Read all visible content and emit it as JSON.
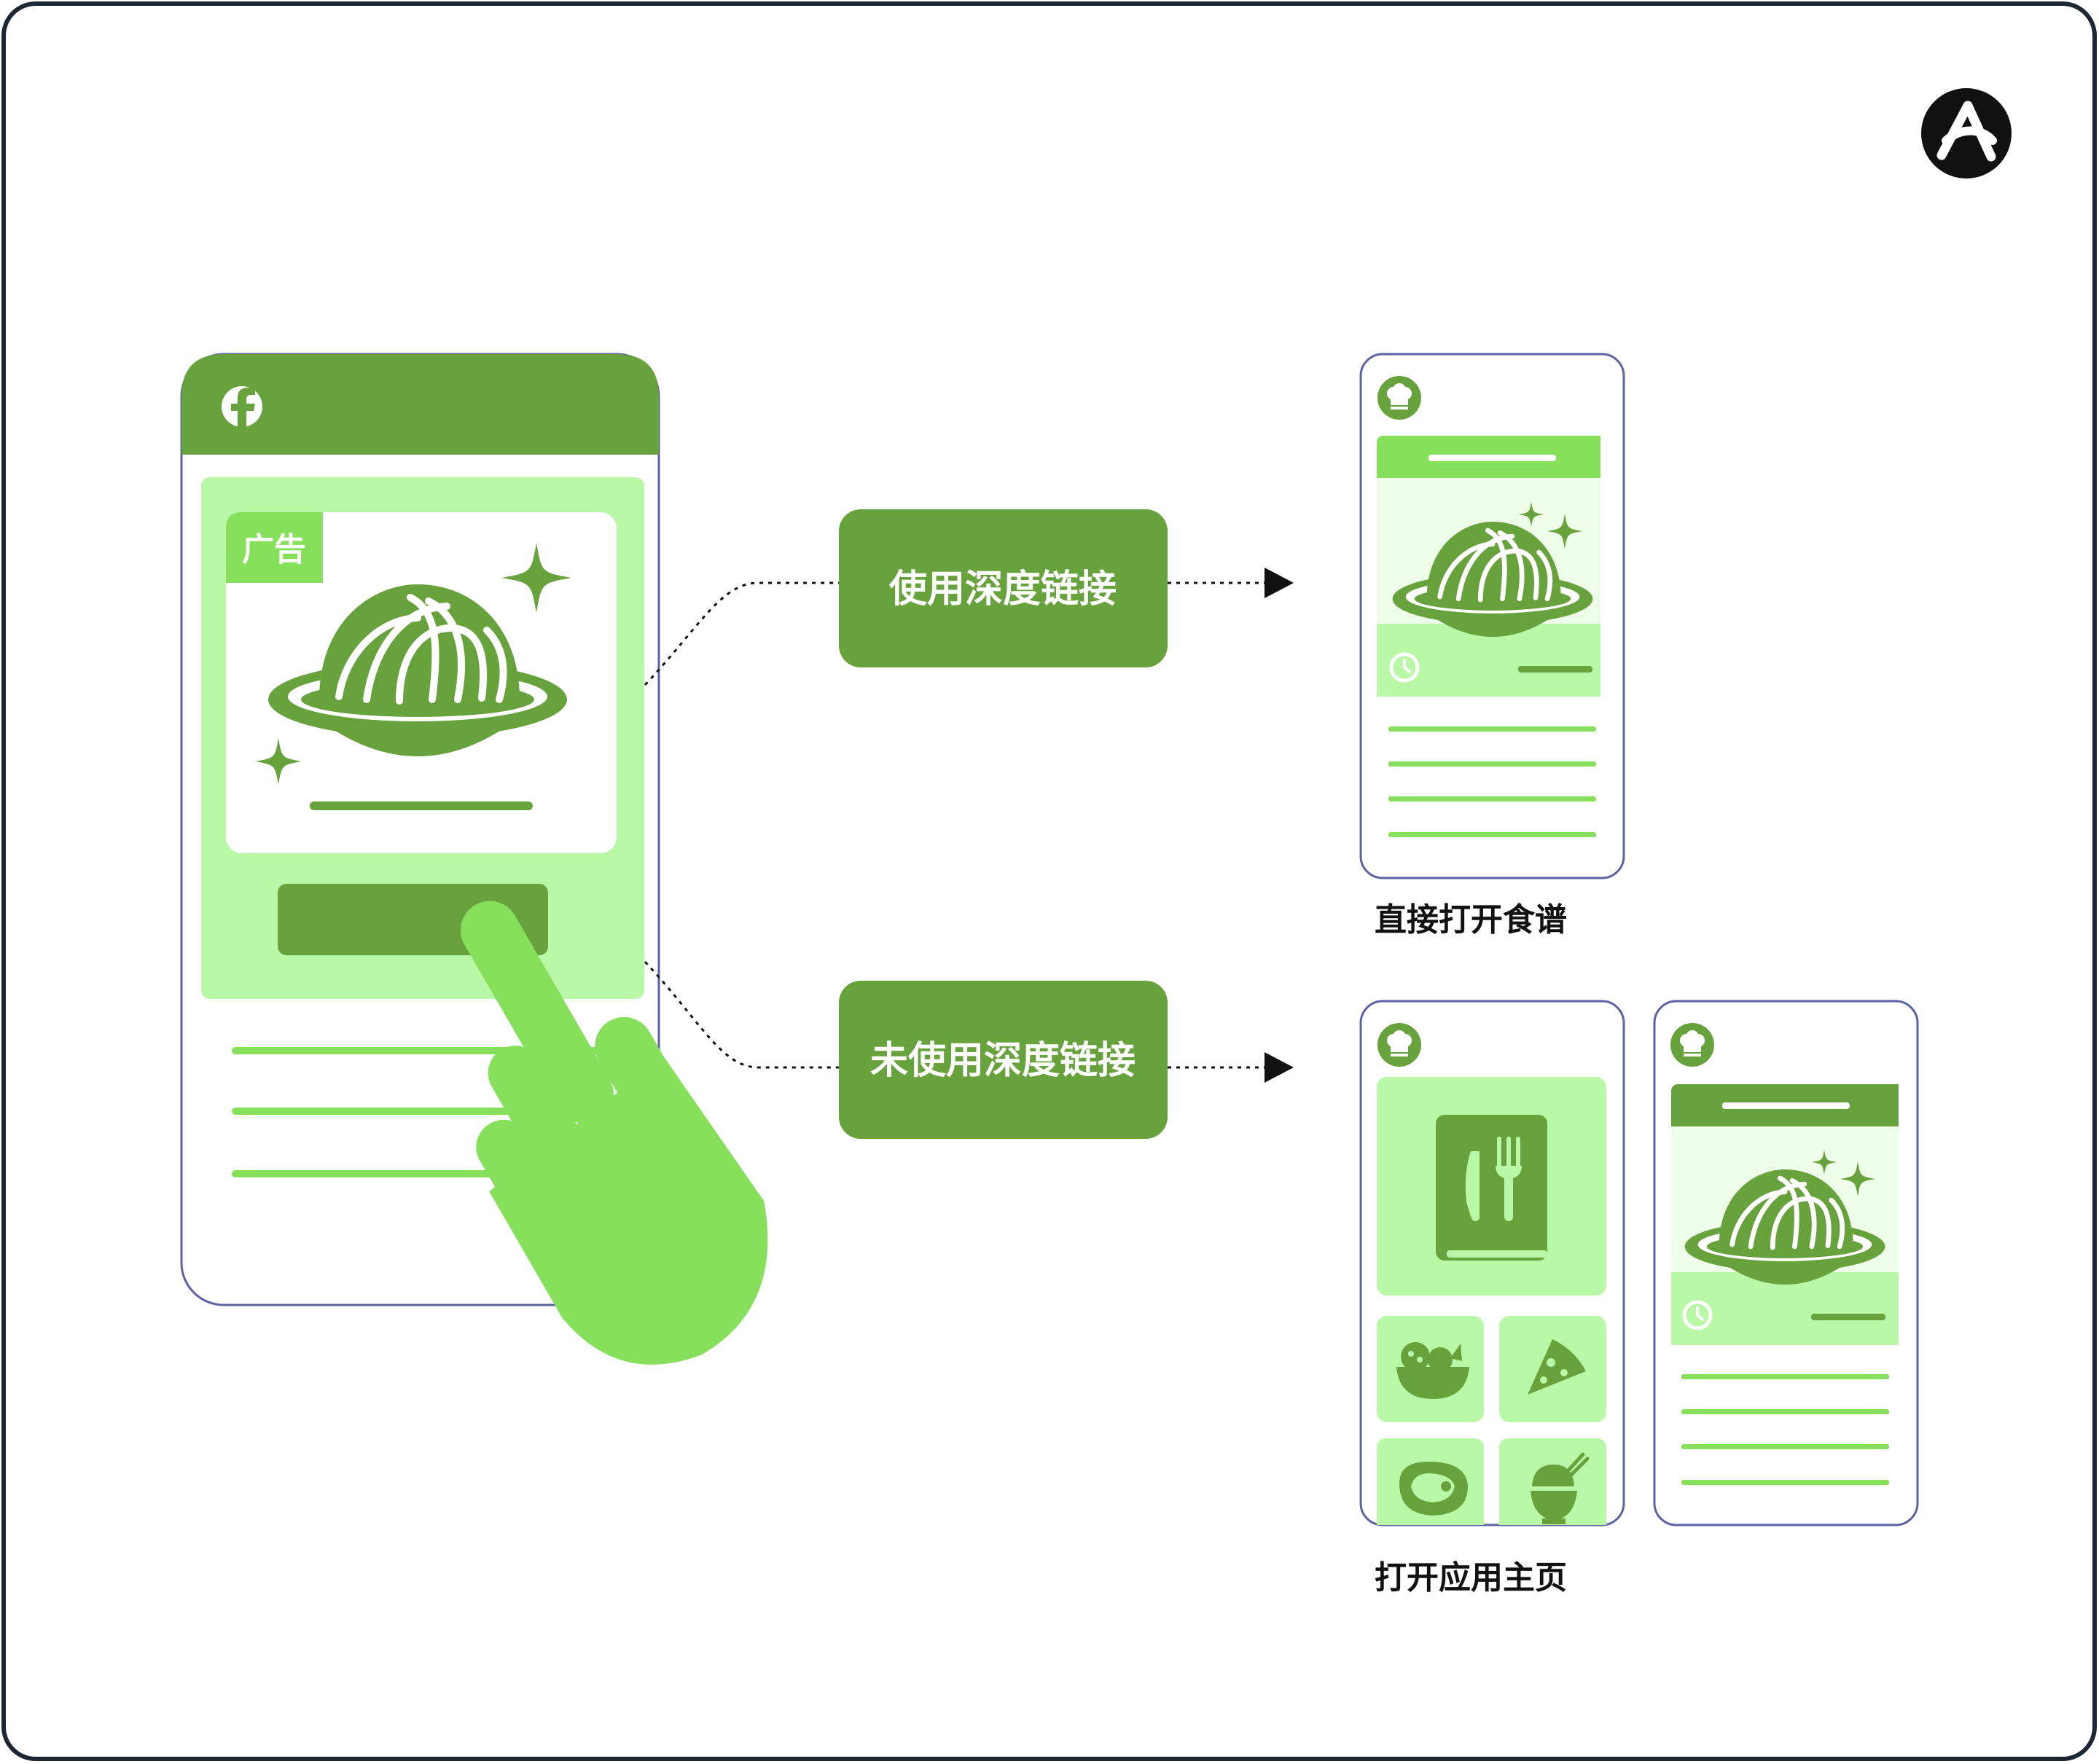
{
  "colors": {
    "dark_green": "#68A23C",
    "medium_green": "#86E05C",
    "light_green": "#B8F8A6",
    "pale_green": "#EEFDE8",
    "outline": "#5D62A4",
    "frame": "#1D2733",
    "ink": "#111111"
  },
  "ad_phone": {
    "ad_badge": "广告"
  },
  "flows": {
    "with_deep_link": {
      "button_label": "使用深度链接",
      "result_caption": "直接打开食谱"
    },
    "without_deep_link": {
      "button_label": "未使用深度链接",
      "result_caption": "打开应用主页"
    }
  },
  "icons": [
    "brand-logo-icon",
    "facebook-icon",
    "pasta-bowl-icon",
    "sparkle-icon",
    "pointing-hand-icon",
    "chef-hat-icon",
    "clock-icon",
    "recipe-book-icon",
    "salad-bowl-icon",
    "pizza-slice-icon",
    "steak-icon",
    "rice-bowl-icon",
    "arrow-head-icon"
  ]
}
